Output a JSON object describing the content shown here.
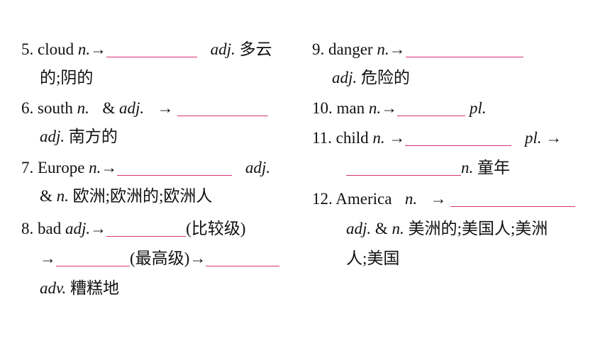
{
  "accent_color": "#d6337a",
  "item5": {
    "num": "5.",
    "word": "cloud",
    "pos": "n.",
    "arrow": "→",
    "pos2": "adj.",
    "meaning_a": "多云",
    "meaning_b": "的;阴的"
  },
  "item6": {
    "num": "6.",
    "word": "south",
    "pos": "n.",
    "amp": "&",
    "pos2": "adj.",
    "arrow": "→",
    "pos3": "adj.",
    "meaning": "南方的"
  },
  "item7": {
    "num": "7.",
    "word": "Europe",
    "pos": "n.",
    "arrow": "→",
    "pos2": "adj.",
    "amp": "&",
    "pos3": "n.",
    "meaning": "欧洲;欧洲的;欧洲人"
  },
  "item8": {
    "num": "8.",
    "word": "bad",
    "pos": "adj.",
    "arrow": "→",
    "note1": "(比较级)",
    "arrow2": "→",
    "note2": "(最高级)",
    "arrow3": "→",
    "pos2": "adv.",
    "meaning": "糟糕地"
  },
  "item9": {
    "num": "9.",
    "word": "danger",
    "pos": "n.",
    "arrow": "→",
    "pos2": "adj.",
    "meaning": "危险的"
  },
  "item10": {
    "num": "10.",
    "word": "man",
    "pos": "n.",
    "arrow": "→",
    "pos2": "pl."
  },
  "item11": {
    "num": "11.",
    "word": "child",
    "pos": "n.",
    "arrow": "→",
    "pos2": "pl.",
    "arrow2": "→",
    "pos3": "n.",
    "meaning": "童年"
  },
  "item12": {
    "num": "12.",
    "word": "America",
    "pos": "n.",
    "arrow": "→",
    "pos2": "adj.",
    "amp": "&",
    "pos3": "n.",
    "meaning_a": "美洲的;美国人;美洲",
    "meaning_b": "人;美国"
  }
}
